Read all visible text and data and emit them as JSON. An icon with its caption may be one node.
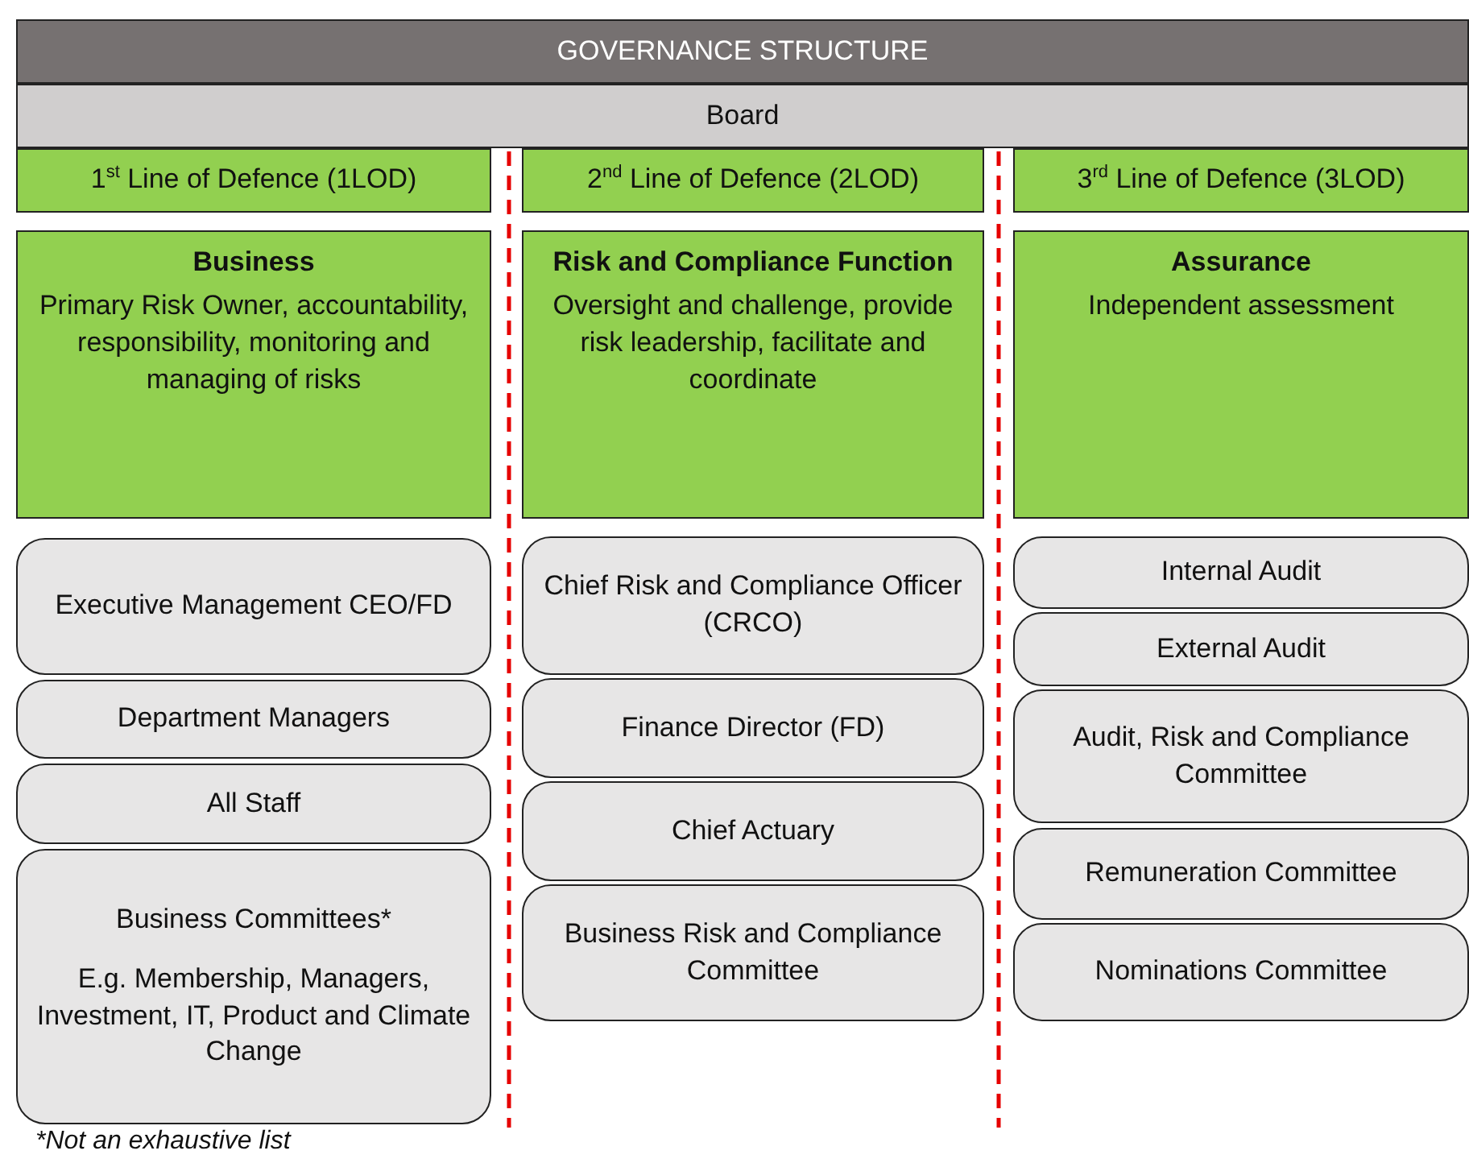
{
  "diagram": {
    "nodes": [
      {
        "text": [
          "GOVERNANCE STRUCTURE"
        ]
      },
      {
        "text": [
          "Board"
        ]
      },
      {
        "text": [
          "1$^{st}$ Line of Defence (1LOD)"
        ]
      },
      {
        "text": [
          "2$^{nd}$ Line of Defence (2LOD)"
        ]
      },
      {
        "text": [
          "3$^{rd}$ Line of Defence (3LOD)"
        ]
      },
      {
        "text": [
          "Business",
          "Primary Risk Owner, accountability, responsibility, monitoring and managing of risks"
        ]
      },
      {
        "text": [
          "Risk and Compliance Function",
          "Oversight and challenge, provide risk leadership, facilitate and coordinate"
        ]
      },
      {
        "text": [
          "Assurance",
          "Independent assessment"
        ]
      },
      {
        "text": [
          "Executive Management CEO/FD"
        ]
      },
      {
        "text": [
          "Department Managers"
        ]
      },
      {
        "text": [
          "All Staff"
        ]
      },
      {
        "text": [
          "Business Committees*",
          "E.g. Membership, Managers, Investment, IT, Product and Climate Change"
        ]
      },
      {
        "text": [
          "Chief Risk and Compliance Officer (CRCO)"
        ]
      },
      {
        "text": [
          "Finance Director (FD)"
        ]
      },
      {
        "text": [
          "Chief Actuary"
        ]
      },
      {
        "text": [
          "Business Risk and Compliance Committee"
        ]
      },
      {
        "text": [
          "Internal Audit"
        ]
      },
      {
        "text": [
          "External Audit"
        ]
      },
      {
        "text": [
          "Audit, Risk and Compliance Committee"
        ]
      },
      {
        "text": [
          "Remuneration Committee"
        ]
      },
      {
        "text": [
          "Nominations Committee"
        ]
      }
    ],
    "labels": [
      "*Not an exhaustive list"
    ]
  }
}
